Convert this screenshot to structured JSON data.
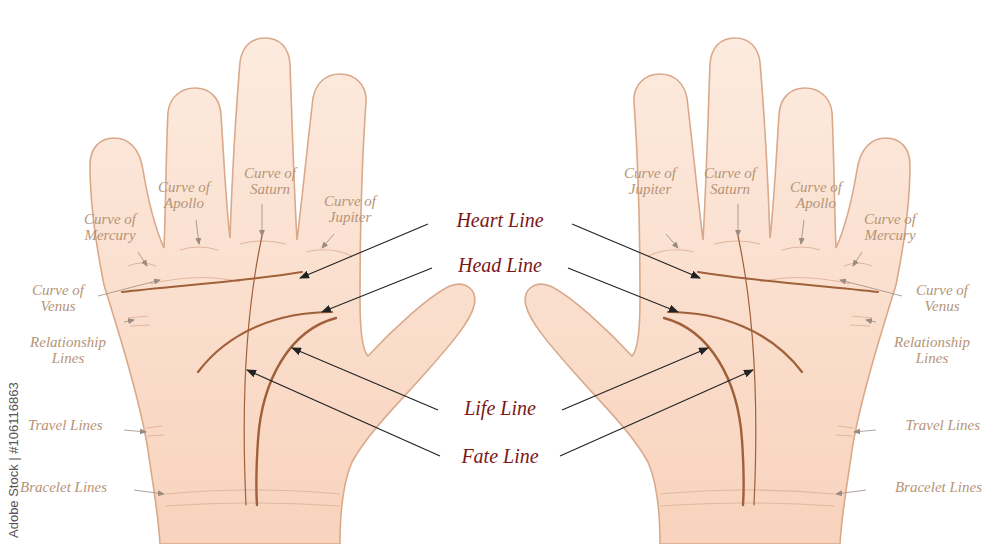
{
  "diagram": {
    "labels": [
      "Curve of Mercury",
      "Curve of Apollo",
      "Curve of Saturn",
      "Curve of Jupiter",
      "Curve of Venus",
      "Relationship Lines",
      "Travel Lines",
      "Bracelet Lines",
      "Heart Line",
      "Head Line",
      "Life Line",
      "Fate Line",
      "Curve of Jupiter",
      "Curve of Saturn",
      "Curve of Apollo",
      "Curve of Mercury",
      "Curve of Venus",
      "Relationship Lines",
      "Travel Lines",
      "Bracelet Lines",
      "Adobe Stock | #106116863"
    ]
  }
}
